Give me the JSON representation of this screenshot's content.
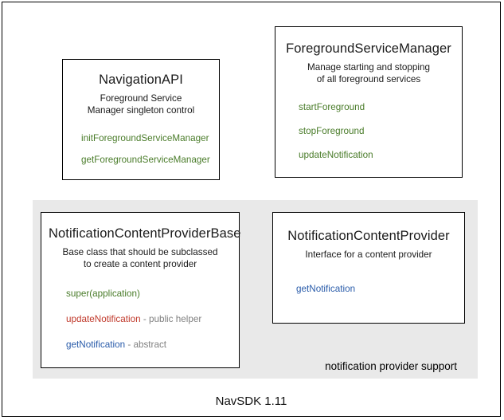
{
  "diagram": {
    "footer_caption": "NavSDK 1.11",
    "group": {
      "label": "notification provider support",
      "background_color": "#e9e9e9"
    },
    "colors": {
      "green": "#4a7c2a",
      "red": "#c0392b",
      "blue": "#2a5caa",
      "note_gray": "#808080",
      "border": "#000000",
      "background": "#ffffff"
    },
    "boxes": [
      {
        "id": "navigation-api",
        "title": "NavigationAPI",
        "description_line1": "Foreground Service",
        "description_line2": "Manager singleton control",
        "methods": [
          {
            "name": "initForegroundServiceManager",
            "color": "green",
            "note": ""
          },
          {
            "name": "getForegroundServiceManager",
            "color": "green",
            "note": ""
          }
        ]
      },
      {
        "id": "foreground-service-manager",
        "title": "ForegroundServiceManager",
        "description_line1": "Manage starting and stopping",
        "description_line2": "of all foreground services",
        "methods": [
          {
            "name": "startForeground",
            "color": "green",
            "note": ""
          },
          {
            "name": "stopForeground",
            "color": "green",
            "note": ""
          },
          {
            "name": "updateNotification",
            "color": "green",
            "note": ""
          }
        ]
      },
      {
        "id": "notification-content-provider-base",
        "title": "NotificationContentProviderBase",
        "description_line1": "Base class that should be subclassed",
        "description_line2": "to create a content provider",
        "methods": [
          {
            "name": "super(application)",
            "color": "green",
            "note": ""
          },
          {
            "name": "updateNotification",
            "color": "red",
            "note": " - public helper"
          },
          {
            "name": "getNotification",
            "color": "blue",
            "note": " - abstract"
          }
        ]
      },
      {
        "id": "notification-content-provider",
        "title": "NotificationContentProvider",
        "description_line1": "Interface for a content provider",
        "description_line2": "",
        "methods": [
          {
            "name": "getNotification",
            "color": "blue",
            "note": ""
          }
        ]
      }
    ]
  }
}
